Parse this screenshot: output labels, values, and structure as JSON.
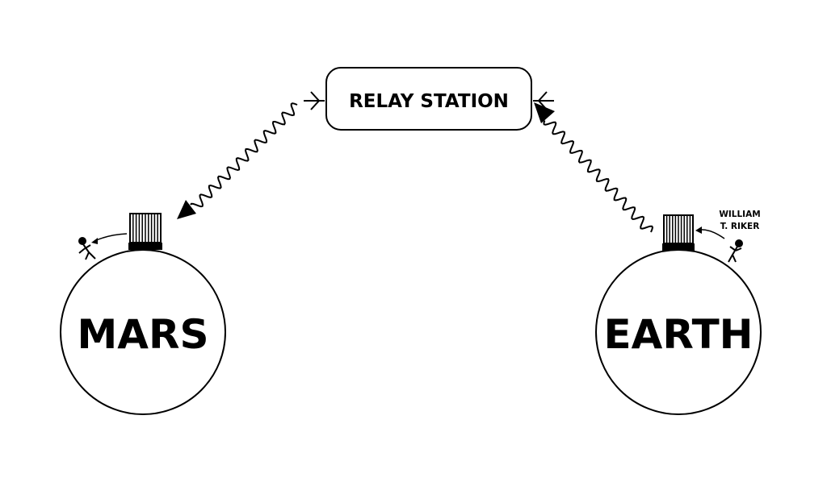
{
  "diagram": {
    "relay_station": {
      "label": "RELAY STATION"
    },
    "planets": [
      {
        "name": "MARS"
      },
      {
        "name": "EARTH",
        "person_name_line1": "WILLIAM",
        "person_name_line2": "T. RIKER"
      }
    ],
    "links": [
      {
        "from": "RELAY STATION",
        "to": "MARS",
        "style": "wavy signal"
      },
      {
        "from": "EARTH",
        "to": "RELAY STATION",
        "style": "wavy signal"
      }
    ],
    "colors": {
      "ink": "#000000",
      "background": "#ffffff"
    }
  }
}
